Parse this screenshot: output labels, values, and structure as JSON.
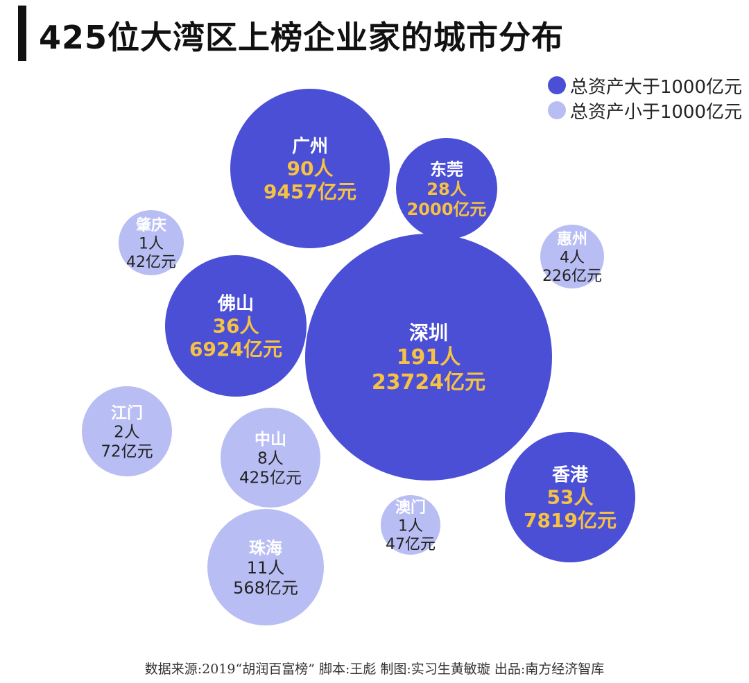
{
  "title": "425位大湾区上榜企业家的城市分布",
  "legend": {
    "large": {
      "label": "总资产大于1000亿元",
      "color": "#4a4fd6"
    },
    "small": {
      "label": "总资产小于1000亿元",
      "color": "#b8bdf3"
    }
  },
  "footer": "数据来源:2019“胡润百富榜”  脚本:王彪  制图:实习生黄敏璇  出品:南方经济智库",
  "colors": {
    "large_name": "#ffffff",
    "large_value": "#f6c244",
    "small_name": "#ffffff",
    "small_value": "#222222"
  },
  "chart_data": {
    "type": "bubble",
    "title": "425位大湾区上榜企业家的城市分布",
    "series": [
      {
        "name": "总资产大于1000亿元"
      },
      {
        "name": "总资产小于1000亿元"
      }
    ],
    "points": [
      {
        "city": "深圳",
        "people": 191,
        "people_label": "191人",
        "assets": 23724,
        "assets_label": "23724亿元",
        "group": "large"
      },
      {
        "city": "广州",
        "people": 90,
        "people_label": "90人",
        "assets": 9457,
        "assets_label": "9457亿元",
        "group": "large"
      },
      {
        "city": "香港",
        "people": 53,
        "people_label": "53人",
        "assets": 7819,
        "assets_label": "7819亿元",
        "group": "large"
      },
      {
        "city": "佛山",
        "people": 36,
        "people_label": "36人",
        "assets": 6924,
        "assets_label": "6924亿元",
        "group": "large"
      },
      {
        "city": "东莞",
        "people": 28,
        "people_label": "28人",
        "assets": 2000,
        "assets_label": "2000亿元",
        "group": "large"
      },
      {
        "city": "珠海",
        "people": 11,
        "people_label": "11人",
        "assets": 568,
        "assets_label": "568亿元",
        "group": "small"
      },
      {
        "city": "中山",
        "people": 8,
        "people_label": "8人",
        "assets": 425,
        "assets_label": "425亿元",
        "group": "small"
      },
      {
        "city": "惠州",
        "people": 4,
        "people_label": "4人",
        "assets": 226,
        "assets_label": "226亿元",
        "group": "small"
      },
      {
        "city": "江门",
        "people": 2,
        "people_label": "2人",
        "assets": 72,
        "assets_label": "72亿元",
        "group": "small"
      },
      {
        "city": "澳门",
        "people": 1,
        "people_label": "1人",
        "assets": 47,
        "assets_label": "47亿元",
        "group": "small"
      },
      {
        "city": "肇庆",
        "people": 1,
        "people_label": "1人",
        "assets": 42,
        "assets_label": "42亿元",
        "group": "small"
      }
    ]
  }
}
